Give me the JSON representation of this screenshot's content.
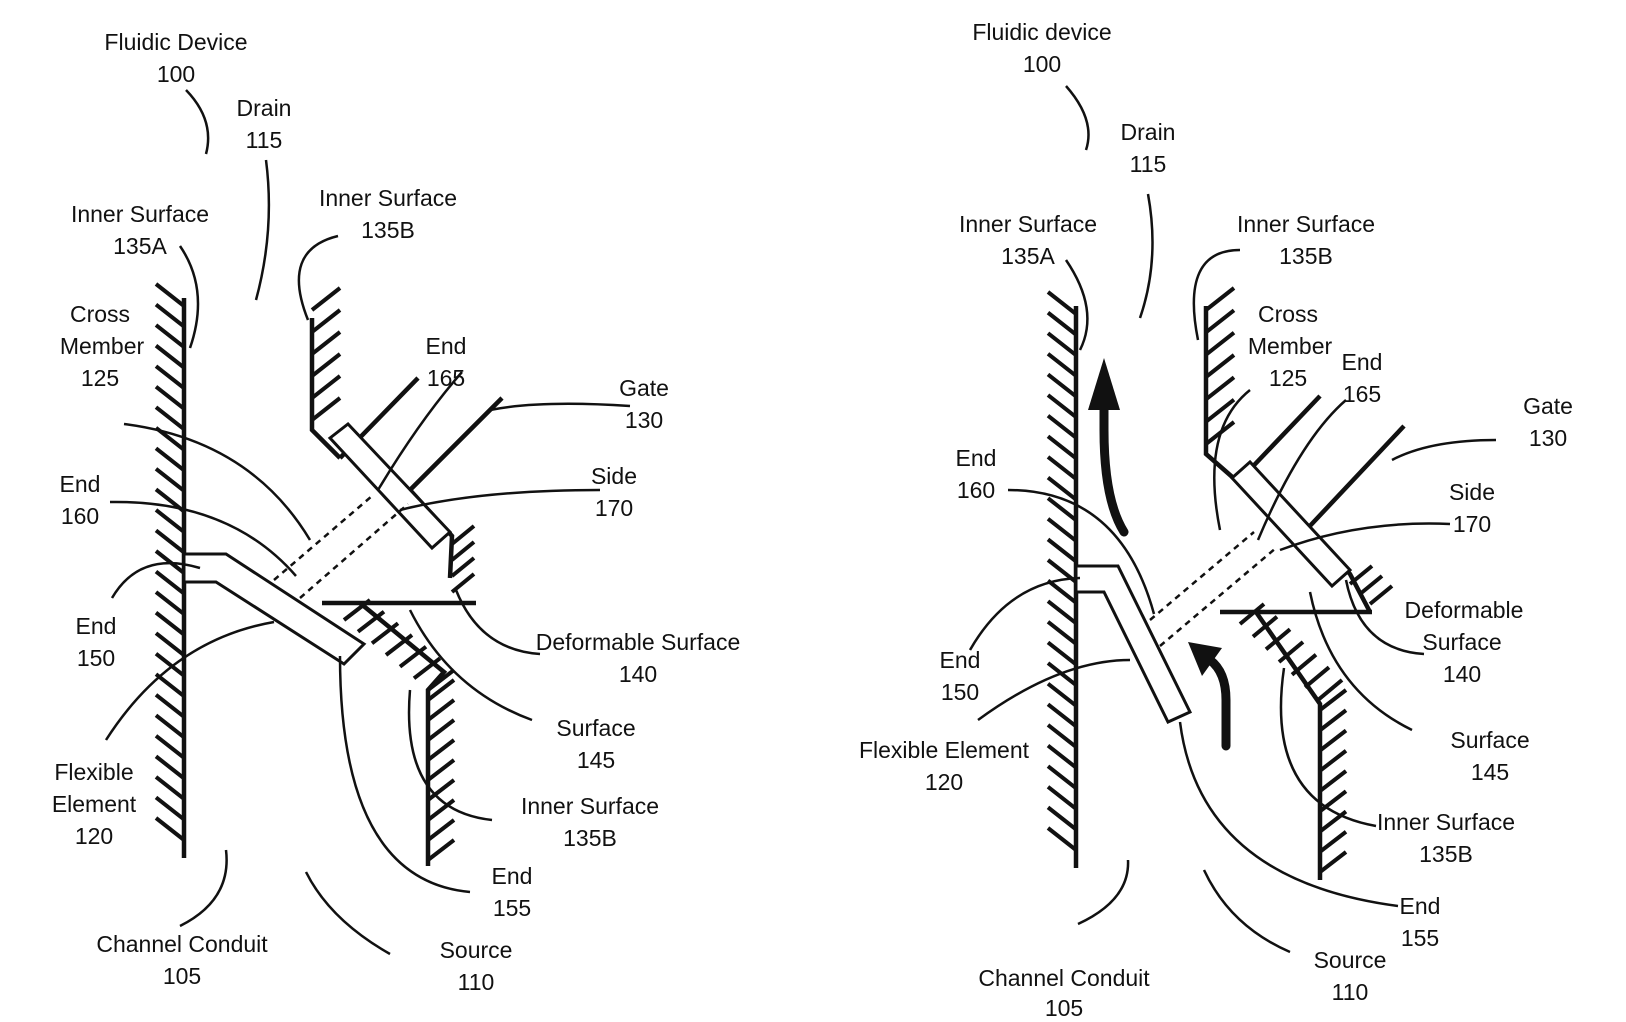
{
  "left_figure": {
    "labels": {
      "device": {
        "name": "Fluidic Device",
        "num": "100"
      },
      "drain": {
        "name": "Drain",
        "num": "115"
      },
      "inner_a": {
        "name": "Inner Surface",
        "num": "135A"
      },
      "inner_b_top": {
        "name": "Inner Surface",
        "num": "135B"
      },
      "cross_member": {
        "name1": "Cross",
        "name2": "Member",
        "num": "125"
      },
      "end_165": {
        "name": "End",
        "num": "165"
      },
      "gate": {
        "name": "Gate",
        "num": "130"
      },
      "side": {
        "name": "Side",
        "num": "170"
      },
      "end_160": {
        "name": "End",
        "num": "160"
      },
      "end_150": {
        "name": "End",
        "num": "150"
      },
      "deformable": {
        "name": "Deformable Surface",
        "num": "140"
      },
      "surface_145": {
        "name": "Surface",
        "num": "145"
      },
      "flexible": {
        "name1": "Flexible",
        "name2": "Element",
        "num": "120"
      },
      "inner_b_bottom": {
        "name": "Inner Surface",
        "num": "135B"
      },
      "end_155": {
        "name": "End",
        "num": "155"
      },
      "channel": {
        "name": "Channel Conduit",
        "num": "105"
      },
      "source": {
        "name": "Source",
        "num": "110"
      }
    }
  },
  "right_figure": {
    "labels": {
      "device": {
        "name": "Fluidic device",
        "num": "100"
      },
      "drain": {
        "name": "Drain",
        "num": "115"
      },
      "inner_a": {
        "name": "Inner Surface",
        "num": "135A"
      },
      "inner_b_top": {
        "name": "Inner Surface",
        "num": "135B"
      },
      "cross_member": {
        "name1": "Cross",
        "name2": "Member",
        "num": "125"
      },
      "end_165": {
        "name": "End",
        "num": "165"
      },
      "gate": {
        "name": "Gate",
        "num": "130"
      },
      "side": {
        "name": "Side",
        "num": "170"
      },
      "end_160": {
        "name": "End",
        "num": "160"
      },
      "end_150": {
        "name": "End",
        "num": "150"
      },
      "deformable": {
        "name1": "Deformable",
        "name2": "Surface",
        "num": "140"
      },
      "surface_145": {
        "name": "Surface",
        "num": "145"
      },
      "flexible": {
        "name": "Flexible Element",
        "num": "120"
      },
      "inner_b_bottom": {
        "name": "Inner Surface",
        "num": "135B"
      },
      "end_155": {
        "name": "End",
        "num": "155"
      },
      "channel": {
        "name": "Channel Conduit",
        "num": "105"
      },
      "source": {
        "name": "Source",
        "num": "110"
      }
    }
  }
}
